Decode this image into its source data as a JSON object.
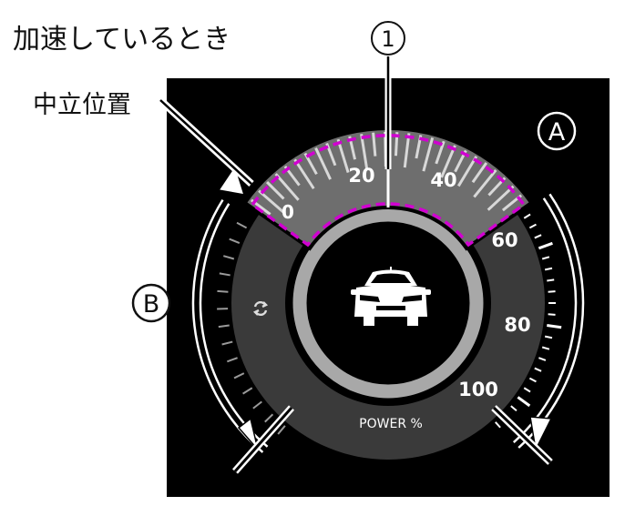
{
  "title": "加速しているとき",
  "callouts": {
    "neutral": "中立位置",
    "marker1": "①",
    "markerA": "A",
    "markerB": "B"
  },
  "gauge": {
    "scale_labels": [
      "0",
      "20",
      "40",
      "60",
      "80",
      "100"
    ],
    "unit_label": "POWER %",
    "power_level_percent": 20
  },
  "icons": [
    "car-rear-icon",
    "regen-arrows-icon"
  ],
  "colors": {
    "panel": "#000000",
    "ring": "#3a3a3a",
    "inner_ring": "#a8a8a8",
    "highlight_dash": "#d100d1",
    "text": "#ffffff"
  }
}
